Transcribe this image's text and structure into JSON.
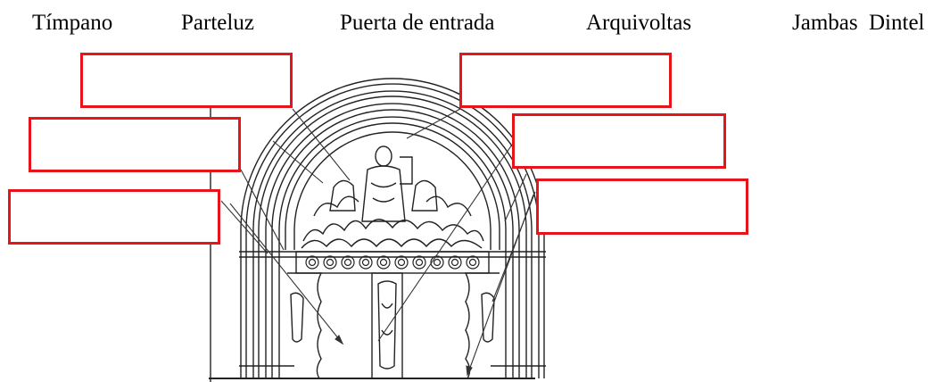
{
  "word_bank": [
    "Tímpano",
    "Parteluz",
    "Puerta de entrada",
    "Arquivoltas",
    "Jambas",
    "Dintel"
  ],
  "label_boxes": [
    {
      "id": "box-1",
      "answer": ""
    },
    {
      "id": "box-2",
      "answer": ""
    },
    {
      "id": "box-3",
      "answer": ""
    },
    {
      "id": "box-4",
      "answer": ""
    },
    {
      "id": "box-5",
      "answer": ""
    },
    {
      "id": "box-6",
      "answer": ""
    }
  ],
  "colors": {
    "box_border": "#e8141c",
    "line": "#222222",
    "text": "#000000"
  }
}
